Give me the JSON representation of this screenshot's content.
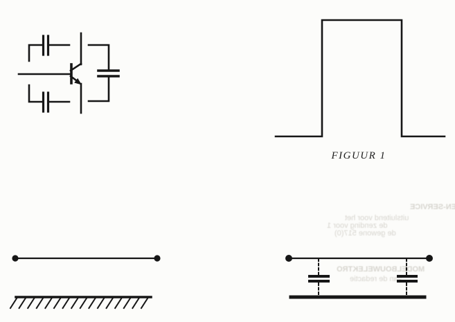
{
  "page": {
    "kind": "scanned-figure-page",
    "colors": {
      "paper": "#fcfcfa",
      "ink": "#161616",
      "ghost_text": "#d7d5cf"
    }
  },
  "caption": {
    "label": "FIGUUR 1"
  },
  "figures": {
    "transistor_circuit": {
      "name": "transistor-with-coupling-capacitors"
    },
    "pulse": {
      "name": "rectangular-pulse-waveform"
    },
    "wire_over_ground": {
      "name": "wire-above-ground-plane"
    },
    "wire_with_caps": {
      "name": "wire-with-two-capacitors-to-ground-plane"
    }
  },
  "ghost_text": {
    "note": "mirrored print bleed-through",
    "lines": [
      {
        "text": "LEZEN-SERVICE"
      },
      {
        "text": "uitsluitend voor het"
      },
      {
        "text": "de zending voor 1"
      },
      {
        "text": "de gewone 517(0)"
      },
      {
        "text": "MODELBOUWELEKTRO"
      },
      {
        "text": "van de redactie"
      }
    ]
  }
}
